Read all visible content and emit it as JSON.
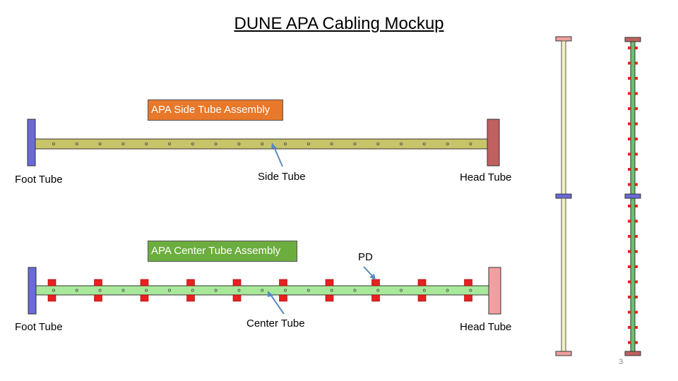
{
  "title": "DUNE APA Cabling Mockup",
  "side_assembly": {
    "box_label": "APA Side Tube Assembly",
    "foot_label": "Foot Tube",
    "tube_label": "Side Tube",
    "head_label": "Head Tube"
  },
  "center_assembly": {
    "box_label": "APA Center Tube Assembly",
    "foot_label": "Foot Tube",
    "tube_label": "Center Tube",
    "head_label": "Head Tube",
    "pd_label": "PD"
  },
  "page_number": "3",
  "colors": {
    "side_tube": "#c8c46a",
    "center_tube": "#a8e89a",
    "foot_tube": "#6a6ad8",
    "head_tube_side": "#c06060",
    "head_tube_center": "#f0a0a0",
    "pd_block": "#e82020",
    "side_box": "#e8782a",
    "center_box": "#6cad3f",
    "arrow": "#5a8ac0"
  }
}
